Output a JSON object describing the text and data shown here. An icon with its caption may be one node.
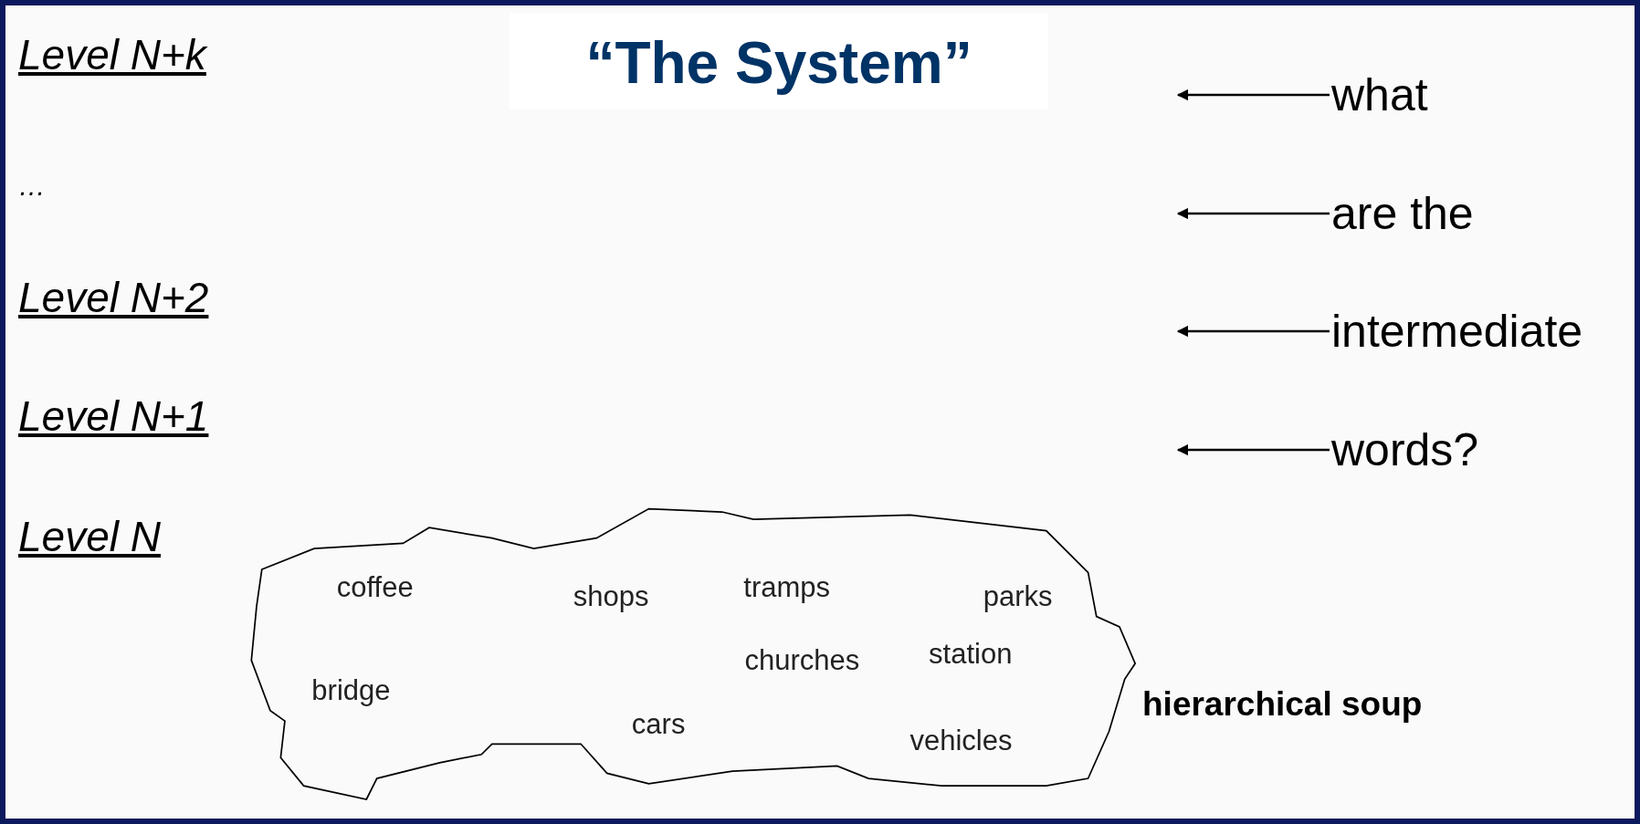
{
  "diagram": {
    "title": "“The System”",
    "nodes": [
      {
        "text": [
          "what"
        ]
      },
      {
        "text": [
          "are the"
        ]
      },
      {
        "text": [
          "intermediate"
        ]
      },
      {
        "text": [
          "words?"
        ]
      },
      {
        "text": [
          "coffee",
          "shops",
          "tramps",
          "parks",
          "churches",
          "station",
          "bridge",
          "cars",
          "vehicles"
        ],
        "beside": [
          "hierarchical soup"
        ]
      }
    ],
    "edges": [
      {
        "from": 0,
        "to": null,
        "arrow": "to"
      },
      {
        "from": 1,
        "to": null,
        "arrow": "to"
      },
      {
        "from": 2,
        "to": null,
        "arrow": "to"
      },
      {
        "from": 3,
        "to": null,
        "arrow": "to"
      }
    ],
    "labels": [
      "Level N+k",
      "…",
      "Level N+2",
      "Level N+1",
      "Level N"
    ]
  }
}
